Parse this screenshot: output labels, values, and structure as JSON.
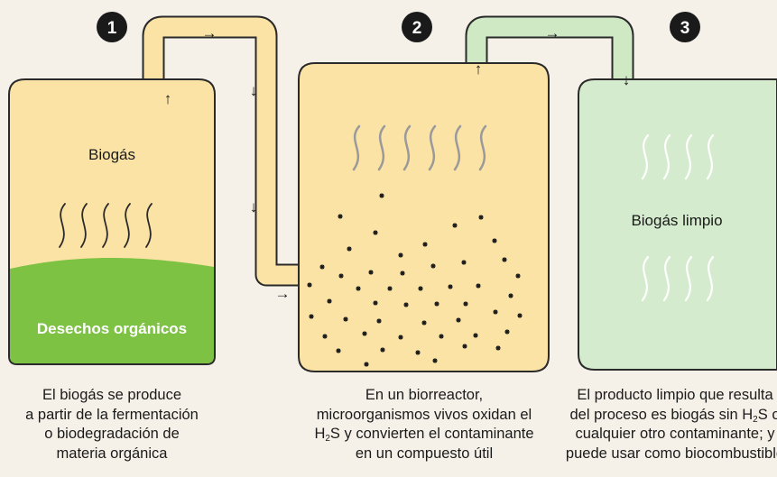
{
  "steps": [
    {
      "number": "1"
    },
    {
      "number": "2"
    },
    {
      "number": "3"
    }
  ],
  "tank1": {
    "gas_label": "Biogás",
    "waste_label": "Desechos orgánicos"
  },
  "tank3": {
    "label": "Biogás limpio"
  },
  "arrows": {
    "right": "→",
    "down": "↓",
    "up": "↑"
  },
  "captions": {
    "c1": [
      "El biogás se produce",
      "a partir de la fermentación",
      "o biodegradación de",
      "materia orgánica"
    ],
    "c2": {
      "line1": "En un biorreactor,",
      "line2": "microorganismos vivos oxidan el",
      "line3_pre": "H",
      "line3_sub": "2",
      "line3_post": "S y convierten el contaminante",
      "line4": "en un compuesto útil"
    },
    "c3": {
      "line1": "El producto limpio que resulta",
      "line2_pre": "del proceso es biogás sin H",
      "line2_sub": "2",
      "line2_post": "S o",
      "line3": "cualquier otro contaminante; y",
      "line4": "puede usar como biocombustible"
    }
  },
  "colors": {
    "background": "#f6f1e8",
    "tank_yellow": "#fbe3a6",
    "tank_green": "#d4ebcd",
    "waste_green": "#7dc242",
    "pipe_yellow": "#fbe3a6",
    "pipe_green": "#cfe9c4",
    "outline": "#2a2a2a",
    "badge": "#1a1a1a"
  }
}
